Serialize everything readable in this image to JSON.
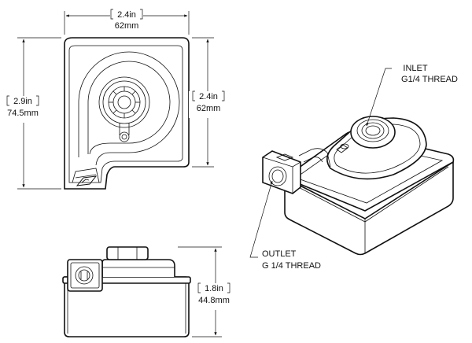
{
  "dimensions": {
    "top_width": {
      "imperial": "2.4in",
      "metric": "62mm"
    },
    "overall_height": {
      "imperial": "2.9in",
      "metric": "74.5mm"
    },
    "body_height": {
      "imperial": "2.4in",
      "metric": "62mm"
    },
    "side_height": {
      "imperial": "1.8in",
      "metric": "44.8mm"
    }
  },
  "callouts": {
    "inlet": {
      "line1": "INLET",
      "line2": "G1/4 THREAD"
    },
    "outlet": {
      "line1": "OUTLET",
      "line2": "G 1/4 THREAD"
    }
  },
  "logo": {
    "text": "ST"
  }
}
